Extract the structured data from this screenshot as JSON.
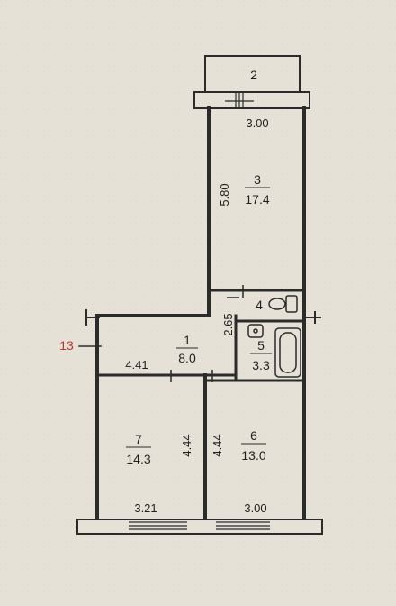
{
  "plan": {
    "unit_label": "13",
    "rooms": [
      {
        "no": "1",
        "area": "8.0"
      },
      {
        "no": "2",
        "area": ""
      },
      {
        "no": "3",
        "area": "17.4"
      },
      {
        "no": "4",
        "area": ""
      },
      {
        "no": "5",
        "area": "3.3"
      },
      {
        "no": "6",
        "area": "13.0"
      },
      {
        "no": "7",
        "area": "14.3"
      }
    ],
    "dimensions": {
      "balcony_width": "3.00",
      "room3_length": "5.80",
      "corridor_length": "4.41",
      "bath_length": "2.65",
      "room7_length": "4.44",
      "room6_length": "4.44",
      "room7_width": "3.21",
      "room6_width": "3.00"
    }
  }
}
